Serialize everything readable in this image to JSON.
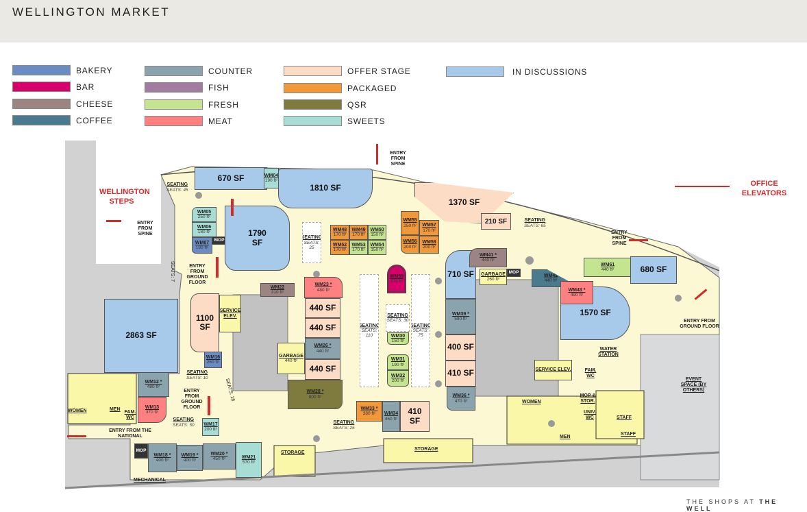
{
  "header": {
    "title": "WELLINGTON MARKET"
  },
  "legend": [
    {
      "label": "BAKERY",
      "color": "#6b8bc3"
    },
    {
      "label": "BAR",
      "color": "#d7006b"
    },
    {
      "label": "CHEESE",
      "color": "#9c8482"
    },
    {
      "label": "COFFEE",
      "color": "#4a7a8e"
    },
    {
      "label": "COUNTER",
      "color": "#8ba3ad"
    },
    {
      "label": "FISH",
      "color": "#a07da0"
    },
    {
      "label": "FRESH",
      "color": "#c5e48f"
    },
    {
      "label": "MEAT",
      "color": "#ff8080"
    },
    {
      "label": "OFFER STAGE",
      "color": "#fddcc6"
    },
    {
      "label": "PACKAGED",
      "color": "#f0983a"
    },
    {
      "label": "QSR",
      "color": "#7f7a3e"
    },
    {
      "label": "SWEETS",
      "color": "#a8ddd5"
    },
    {
      "label": "IN DISCUSSIONS",
      "color": "#a7c9ea"
    }
  ],
  "units": {
    "wm04": {
      "id": "WM04",
      "area": "190 ft²"
    },
    "wm05": {
      "id": "WM05",
      "area": "250 ft²"
    },
    "wm06": {
      "id": "WM06",
      "area": "180 ft²"
    },
    "wm07": {
      "id": "WM07",
      "area": "190 ft²"
    },
    "wm12": {
      "id": "WM12 *",
      "area": "480 ft²"
    },
    "wm13": {
      "id": "WM13",
      "area": "370 ft²"
    },
    "wm16": {
      "id": "WM16",
      "area": "260 ft²"
    },
    "wm17": {
      "id": "WM17",
      "area": "200 ft²"
    },
    "wm18": {
      "id": "WM18 *",
      "area": "400 ft²"
    },
    "wm19": {
      "id": "WM19 *",
      "area": "400 ft²"
    },
    "wm20": {
      "id": "WM20 *",
      "area": "450 ft²"
    },
    "wm21": {
      "id": "WM21",
      "area": "570 ft²"
    },
    "wm22": {
      "id": "WM22",
      "area": "310 ft²"
    },
    "wm23": {
      "id": "WM23 *",
      "area": "480 ft²"
    },
    "wm26": {
      "id": "WM26 *",
      "area": "440 ft²"
    },
    "wm28": {
      "id": "WM28 *",
      "area": "800 ft²"
    },
    "wm30": {
      "id": "WM30",
      "area": "150 ft²"
    },
    "wm31": {
      "id": "WM31",
      "area": "190 ft²"
    },
    "wm32": {
      "id": "WM32",
      "area": "200 ft²"
    },
    "wm33": {
      "id": "WM33 *",
      "area": "380 ft²"
    },
    "wm34": {
      "id": "WM34",
      "area": "450 ft²"
    },
    "wm36": {
      "id": "WM36 *",
      "area": "470 ft²"
    },
    "wm39": {
      "id": "WM39 *",
      "area": "590 ft²"
    },
    "wm41": {
      "id": "WM41 *",
      "area": "440 ft²"
    },
    "wm42": {
      "id": "WM42",
      "area": "440 ft²"
    },
    "wm43": {
      "id": "WM43 *",
      "area": "490 ft²"
    },
    "wm48": {
      "id": "WM48",
      "area": "170 ft²"
    },
    "wm49": {
      "id": "WM49",
      "area": "170 ft²"
    },
    "wm50": {
      "id": "WM50",
      "area": "150 ft²"
    },
    "wm52": {
      "id": "WM52",
      "area": "170 ft²"
    },
    "wm53": {
      "id": "WM53",
      "area": "170 ft²"
    },
    "wm54": {
      "id": "WM54",
      "area": "150 ft²"
    },
    "wm55": {
      "id": "WM55",
      "area": "250 ft²"
    },
    "wm56": {
      "id": "WM56",
      "area": "200 ft²"
    },
    "wm57": {
      "id": "WM57",
      "area": "170 ft²"
    },
    "wm58": {
      "id": "WM58",
      "area": "200 ft²"
    },
    "wm59": {
      "id": "WM59",
      "area": "370 ft²"
    },
    "wm61": {
      "id": "WM61",
      "area": "440 ft²"
    }
  },
  "spaces": {
    "s670": "670 SF",
    "s1810": "1810 SF",
    "s1370": "1370 SF",
    "s210": "210 SF",
    "s1790": "1790 SF",
    "s1100": "1100 SF",
    "s2863": "2863 SF",
    "s440a": "440 SF",
    "s440b": "440 SF",
    "s440c": "440 SF",
    "s710": "710 SF",
    "s400": "400 SF",
    "s410a": "410 SF",
    "s410b": "410 SF",
    "s1570": "1570 SF",
    "s680": "680 SF"
  },
  "seating": {
    "title": "SEATING",
    "s45": "SEATS: 45",
    "s25a": "SEATS: 25",
    "s65": "SEATS: 65",
    "s30": "SEATS: 30",
    "s110": "SEATS: 110",
    "s75": "SEATS: 75",
    "s10": "SEATS: 10",
    "s50": "SEATS: 50",
    "s25b": "SEATS: 25",
    "s18": "SEATS: 18",
    "s7": "SEATS: 7"
  },
  "rooms": {
    "garbage": "GARBAGE",
    "garbage_area": "440 ft²",
    "garbage2_area": "260 ft²",
    "service_elev": "SERVICE ELEV.",
    "mop": "MOP",
    "women": "WOMEN",
    "men": "MEN",
    "fam_wc": "FAM. WC",
    "water": "WATER STATION",
    "mop_stor": "MOP & STOR.",
    "univ_wc": "UNIV. WC",
    "staff": "STAFF",
    "storage": "STORAGE",
    "mechanical": "MECHANICAL",
    "event": "EVENT SPACE (BY OTHERS)"
  },
  "entries": {
    "spine": "ENTRY FROM SPINE",
    "ground": "ENTRY FROM GROUND FLOOR",
    "national": "ENTRY FROM THE NATIONAL"
  },
  "landmarks": {
    "steps": "WELLINGTON STEPS",
    "office": "OFFICE ELEVATORS"
  },
  "footer": {
    "pre": "THE SHOPS AT ",
    "brand": "THE WELL"
  }
}
